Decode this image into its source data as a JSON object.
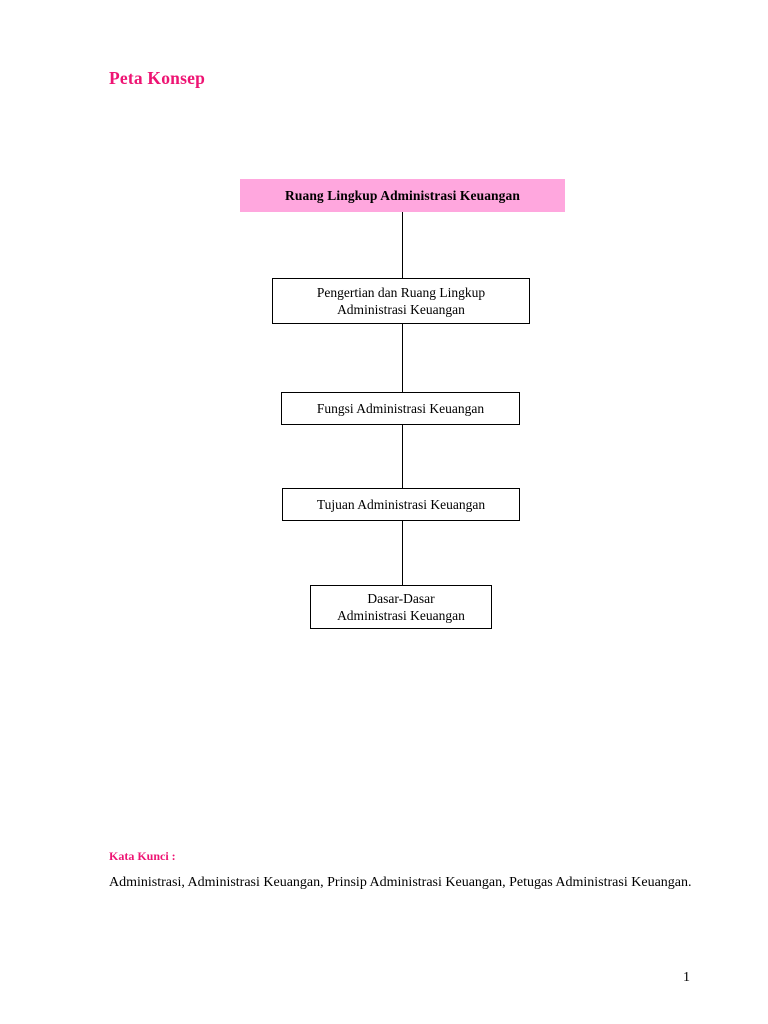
{
  "document": {
    "heading": "Peta Konsep",
    "page_number": "1",
    "keywords_label": "Kata Kunci :",
    "keywords_text": "Administrasi, Administrasi Keuangan, Prinsip Administrasi Keuangan, Petugas Administrasi Keuangan.",
    "accent_color": "#ee1473",
    "root_fill_color": "#ffa7de"
  },
  "concept_map": {
    "root": {
      "label": "Ruang Lingkup Administrasi Keuangan"
    },
    "nodes": [
      {
        "label": "Pengertian dan Ruang Lingkup\nAdministrasi Keuangan"
      },
      {
        "label": "Fungsi Administrasi Keuangan"
      },
      {
        "label": "Tujuan Administrasi Keuangan"
      },
      {
        "label": "Dasar-Dasar\nAdministrasi Keuangan"
      }
    ]
  }
}
